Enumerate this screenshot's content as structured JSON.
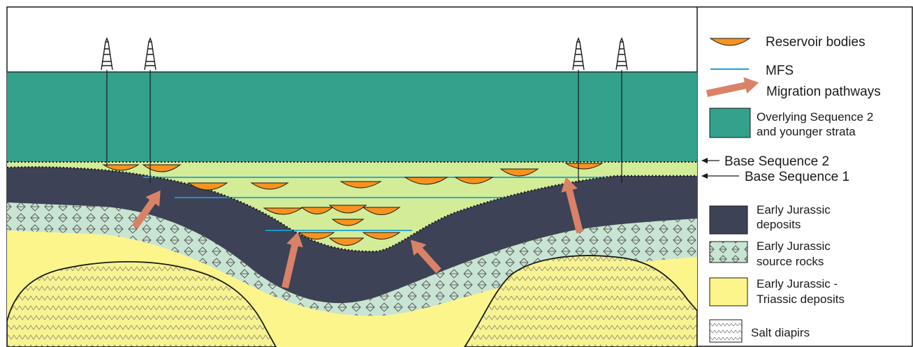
{
  "colors": {
    "overlying": "#33a18c",
    "sequence_fill": "#d3ec98",
    "dark_deposits": "#3d4256",
    "source_rock": "#c8e4d2",
    "triassic": "#fbf58c",
    "salt": "#f8f392",
    "reservoir": "#f7931e",
    "mfs_line": "#1aa0d8",
    "arrow": "#d98268",
    "outline": "#1a1a1a"
  },
  "legend": {
    "reservoir": "Reservoir bodies",
    "mfs": "MFS",
    "migration": "Migration pathways",
    "overlying_1": "Overlying Sequence 2",
    "overlying_2": "and younger strata",
    "jur_dep_1": "Early Jurassic",
    "jur_dep_2": "deposits",
    "source_1": "Early Jurassic",
    "source_2": "source rocks",
    "triassic_1": "Early Jurassic -",
    "triassic_2": "Triassic deposits",
    "salt": "Salt diapirs"
  },
  "boundaries": {
    "base_seq2": "Base Sequence 2",
    "base_seq1": "Base Sequence 1"
  },
  "icons": [
    "drilling-rig-icon",
    "reservoir-lens-icon",
    "migration-arrow-icon",
    "boundary-arrow-icon"
  ]
}
